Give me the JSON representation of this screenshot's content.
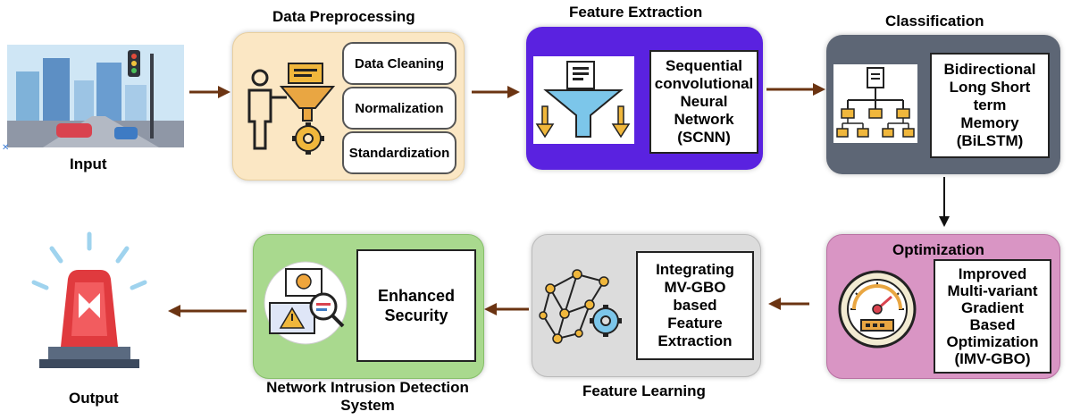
{
  "input": {
    "label": "Input"
  },
  "preprocessing": {
    "title": "Data Preprocessing",
    "steps": [
      "Data Cleaning",
      "Normalization",
      "Standardization"
    ]
  },
  "feature_extraction": {
    "title": "Feature Extraction",
    "lines": [
      "Sequential",
      "convolutional",
      "Neural",
      "Network",
      "(SCNN)"
    ]
  },
  "classification": {
    "title": "Classification",
    "lines": [
      "Bidirectional",
      "Long Short",
      "term",
      "Memory",
      "(BiLSTM)"
    ]
  },
  "optimization": {
    "title": "Optimization",
    "lines": [
      "Improved",
      "Multi-variant",
      "Gradient",
      "Based",
      "Optimization",
      "(IMV-GBO)"
    ]
  },
  "feature_learning": {
    "title": "Feature Learning",
    "lines": [
      "Integrating",
      "MV-GBO",
      "based",
      "Feature",
      "Extraction"
    ]
  },
  "nids": {
    "title_lines": [
      "Network Intrusion Detection",
      "System"
    ],
    "lines": [
      "Enhanced",
      "Security"
    ]
  },
  "output": {
    "label": "Output"
  },
  "colors": {
    "preprocessing_bg": "#fbe7c4",
    "extraction_bg": "#5a22e0",
    "classification_bg": "#5d6675",
    "optimization_bg": "#d995c4",
    "learning_bg": "#dcdcdc",
    "nids_bg": "#a9d98e",
    "arrow": "#6b3412"
  }
}
